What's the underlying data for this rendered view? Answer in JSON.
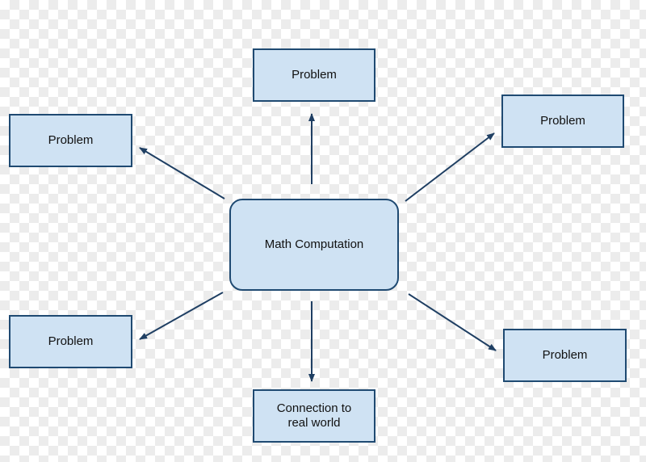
{
  "diagram": {
    "center": "Math Computation",
    "nodes": {
      "top": "Problem",
      "upper_left": "Problem",
      "upper_right": "Problem",
      "lower_left": "Problem",
      "lower_right": "Problem",
      "bottom": "Connection to\nreal world"
    }
  },
  "colors": {
    "node_fill": "#cfe2f3",
    "node_border": "#1f4a72",
    "arrow": "#1f3f63"
  }
}
